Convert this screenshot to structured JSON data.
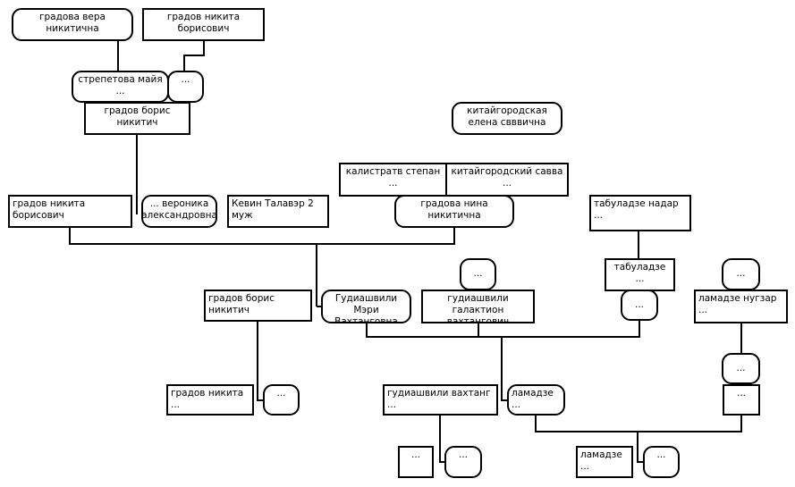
{
  "nodes": {
    "gradova_vera": "градова вера никитична",
    "gradov_nikita_top": "градов никита борисович",
    "strepetova": "стрепетова майя ...",
    "unknown_1": "...",
    "gradov_boris_top": "градов борис никитич",
    "kitaygorodskaya": "китайгородская елена свввична",
    "kalistratov": "калистратв степан ...",
    "kitaygorodsky": "китайгородский савва ...",
    "gradov_nikita_mid": "градов никита борисович",
    "veronika": "... вероника александровна",
    "kevin": "Кевин Талавэр 2 муж",
    "gradova_nina": "градова нина никитична",
    "tabuladze_nadar": "табуладзе надар ...",
    "unknown_2": "...",
    "tabuladze": "табуладзе ...",
    "unknown_3": "...",
    "unknown_4": "...",
    "lamadze_nugzar": "ламадзе нугзар ...",
    "gradov_boris_mid": "градов борис никитич",
    "gudiashvili_meri": "Гудиашвили  Мэри Вахтанговна",
    "gudiashvili_galaktion": "гудиашвили галактион вахтангович",
    "unknown_5": "...",
    "gradov_nikita_bottom": "градов никита ...",
    "unknown_6": "...",
    "gudiashvili_vakhtang": "гудиашвили вахтанг ...",
    "lamadze": "ламадзе ...",
    "unknown_7": "...",
    "unknown_8": "...",
    "unknown_9": "...",
    "lamadze_2": "ламадзе ...",
    "unknown_10": "..."
  }
}
